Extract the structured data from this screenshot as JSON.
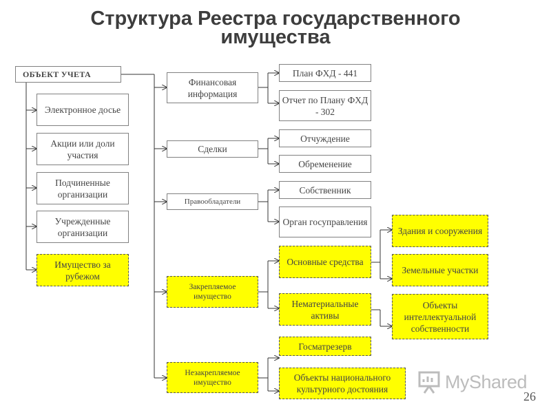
{
  "title_line1": "Структура Реестра государственного",
  "title_line2": "имущества",
  "root": "ОБЪЕКТ УЧЕТА",
  "left_items": [
    "Электронное досье",
    "Акции или доли участия",
    "Подчиненные организации",
    "Учрежденные организации",
    "Имущество за рубежом"
  ],
  "middle_items": [
    "Финансовая информация",
    "Сделки",
    "Правообладатели",
    "Закрепляемое имущество",
    "Незакрепляемое имущество"
  ],
  "fin_children": [
    "План ФХД - 441",
    "Отчет по Плану ФХД - 302"
  ],
  "deal_children": [
    "Отчуждение",
    "Обременение"
  ],
  "holder_children": [
    "Собственник",
    "Орган госуправления"
  ],
  "fixed_children": [
    "Основные средства",
    "Нематериальные активы"
  ],
  "assets_children": [
    "Здания и сооружения",
    "Земельные участки"
  ],
  "intangible_child": "Объекты интеллектуальной собственности",
  "unfixed_children": [
    "Госматрезерв",
    "Объекты национального культурного достояния"
  ],
  "highlight_color": "#ffff00",
  "logo_text": "MyShared",
  "page_number": "26"
}
